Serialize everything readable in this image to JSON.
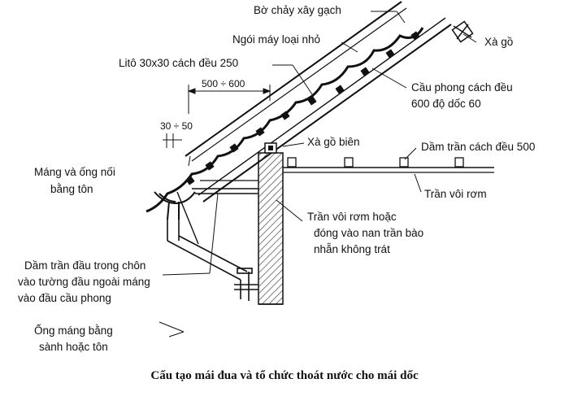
{
  "labels": {
    "bo_chay": "Bờ chảy xây gạch",
    "ngoi": "Ngói máy loại nhỏ",
    "xa_go": "Xà gồ",
    "lito": "Litô 30x30 cách đều 250",
    "dim_500_600": "500 ÷ 600",
    "dim_30_50": "30 ÷ 50",
    "cau_phong_1": "Cầu phong cách đều",
    "cau_phong_2": "600 độ dốc 60",
    "xa_go_bien": "Xà gồ biên",
    "dam_tran": "Dầm trần cách đều 500",
    "mang_1": "Máng và ống nối",
    "mang_2": "bằng tôn",
    "tran_voi": "Trần vôi rơm",
    "tran_hoac_1": "Trần vôi rơm hoặc",
    "tran_hoac_2": "đóng vào nan trần bào",
    "tran_hoac_3": "nhẵn không trát",
    "dam_dau_1": "Dầm trần đầu trong chôn",
    "dam_dau_2": "vào tường đầu ngoài máng",
    "dam_dau_3": "vào đầu cầu phong",
    "ong_mang_1": "Ống máng bằng",
    "ong_mang_2": "sành hoặc tôn"
  },
  "caption": "Cấu tạo mái đua và tổ chức thoát nước cho mái dốc"
}
